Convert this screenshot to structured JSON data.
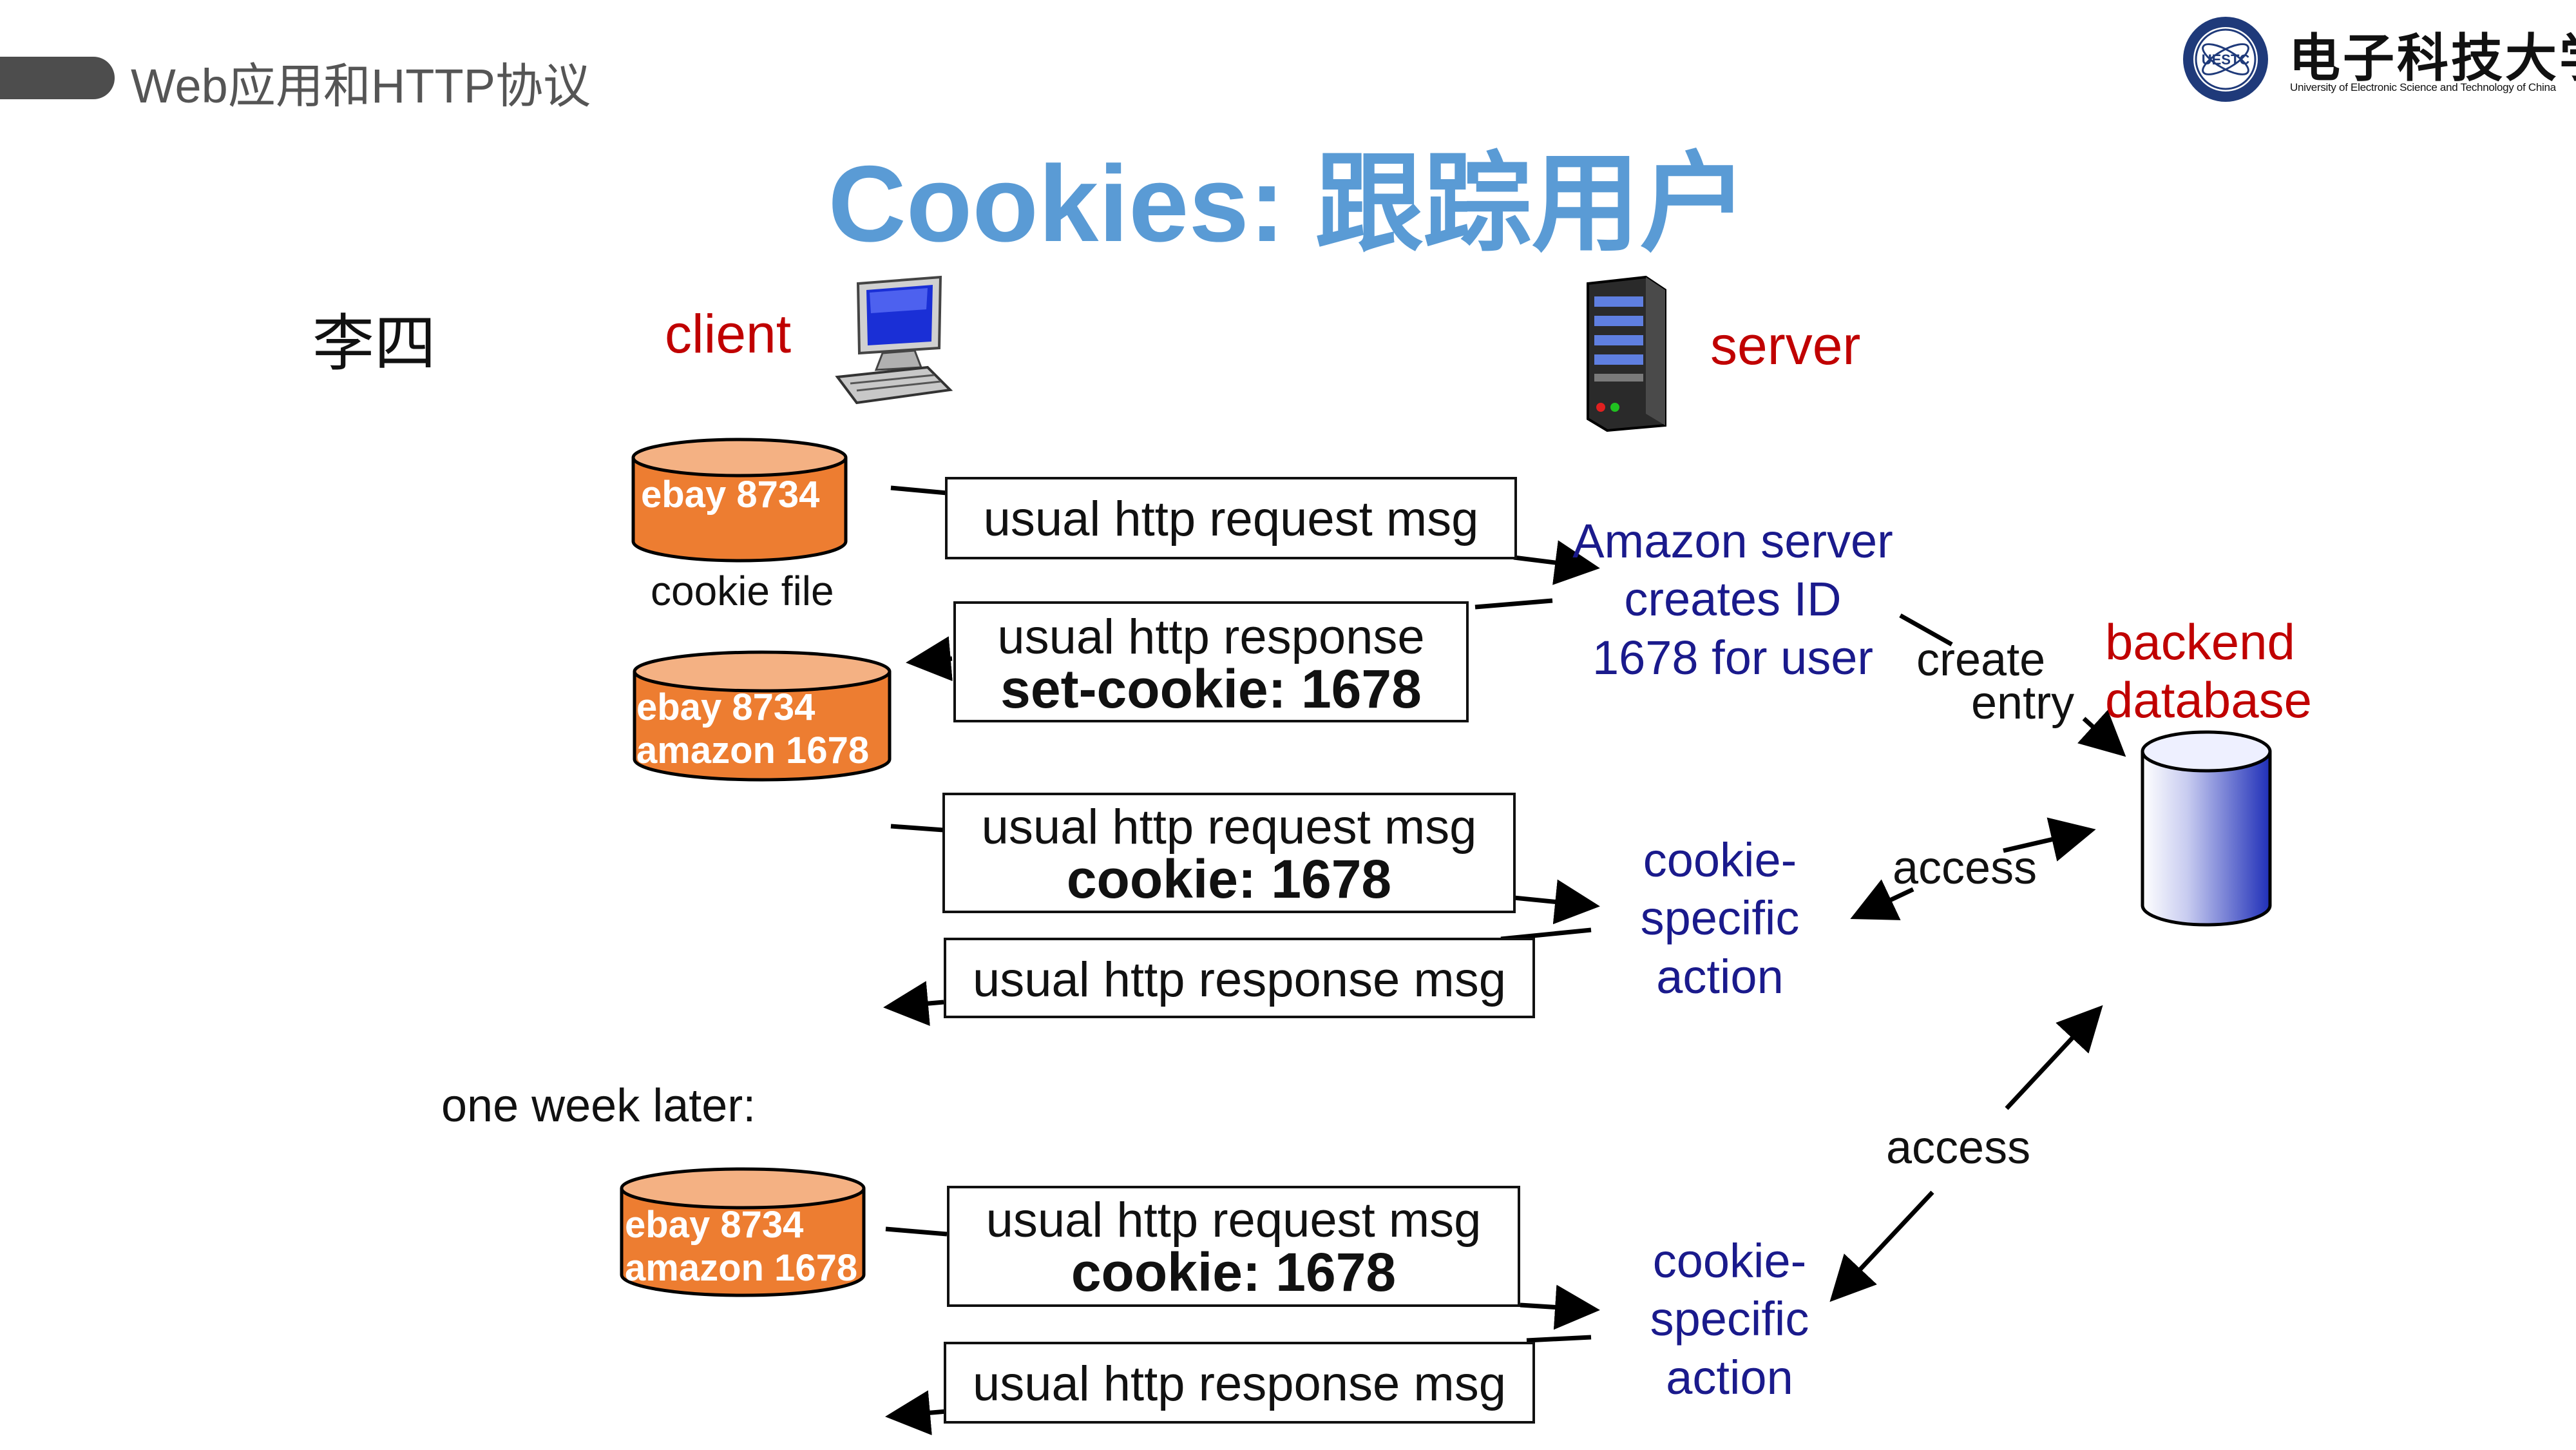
{
  "header": {
    "section_title": "Web应用和HTTP协议",
    "logo_text_cn": "电子科技大学",
    "logo_text_en": "University of Electronic Science and Technology of China",
    "logo_seal_text": "UESTC"
  },
  "slide": {
    "title": "Cookies: 跟踪用户",
    "user_name": "李四",
    "client_label": "client",
    "server_label": "server",
    "one_week_later": "one week later:",
    "cookie_file_label": "cookie file",
    "backend_line1": "backend",
    "backend_line2": "database"
  },
  "cookie_files": [
    {
      "line1": "ebay 8734",
      "line2": ""
    },
    {
      "line1": "ebay 8734",
      "line2": "amazon 1678"
    },
    {
      "line1": "ebay 8734",
      "line2": "amazon 1678"
    }
  ],
  "messages": {
    "m1": "usual http request msg",
    "m2_line1": "usual http response",
    "m2_line2": "set-cookie: 1678",
    "m3_line1": "usual http request msg",
    "m3_line2": "cookie: 1678",
    "m4": "usual http response msg",
    "m5_line1": "usual http request msg",
    "m5_line2": "cookie: 1678",
    "m6": "usual http response msg"
  },
  "server_notes": {
    "amazon_line1": "Amazon server",
    "amazon_line2": "creates ID",
    "amazon_line3": "1678 for user",
    "action1_line1": "cookie-",
    "action1_line2": "specific",
    "action1_line3": "action",
    "action2_line1": "cookie-",
    "action2_line2": "specific",
    "action2_line3": "action"
  },
  "db_labels": {
    "create": "create",
    "entry": "entry",
    "access1": "access",
    "access2": "access"
  },
  "colors": {
    "title_blue": "#5a9bd5",
    "label_red": "#c00000",
    "note_navy": "#1a1a8c",
    "cookie_orange": "#ed7d31",
    "db_blue": "#2e3fbf"
  }
}
